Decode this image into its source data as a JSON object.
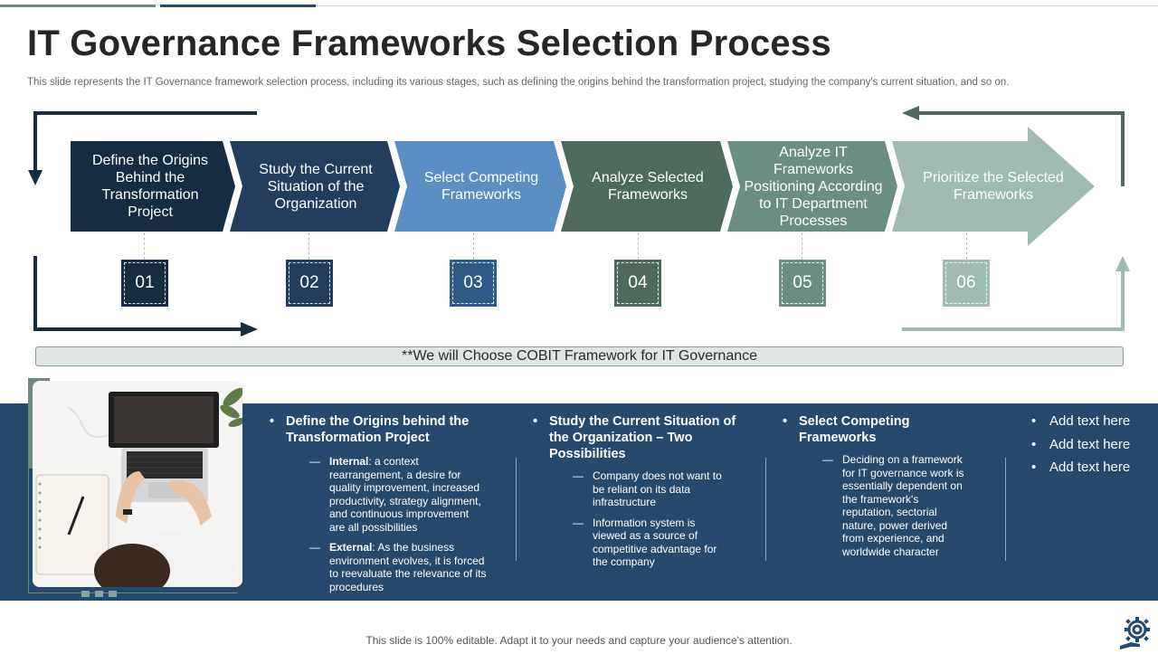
{
  "title": "IT Governance Frameworks Selection Process",
  "subtitle": "This slide represents the IT Governance framework selection process, including its various stages, such as defining the origins behind the transformation project, studying the company's current situation, and so on.",
  "stages": [
    {
      "number": "01",
      "label": "Define the Origins Behind the Transformation Project",
      "color": "#152c42"
    },
    {
      "number": "02",
      "label": "Study the Current Situation of the Organization",
      "color": "#233d5e"
    },
    {
      "number": "03",
      "label": "Select Competing Frameworks",
      "color": "#5a8ec4"
    },
    {
      "number": "04",
      "label": "Analyze Selected Frameworks",
      "color": "#4d6a5d"
    },
    {
      "number": "05",
      "label": "Analyze IT Frameworks Positioning According to IT Department Processes",
      "color": "#6b8e82"
    },
    {
      "number": "06",
      "label": "Prioritize the Selected Frameworks",
      "color": "#9fbab2"
    }
  ],
  "note": "**We will Choose COBIT Framework for IT Governance",
  "details": {
    "col1": {
      "heading": "Define the Origins behind the Transformation Project",
      "items": [
        {
          "term": "Internal",
          "text": ": a context rearrangement, a desire for quality improvement, increased productivity, strategy alignment, and continuous improvement are all possibilities"
        },
        {
          "term": "External",
          "text": ": As the business environment evolves, it is forced to reevaluate the relevance of its procedures"
        }
      ]
    },
    "col2": {
      "heading": "Study the Current Situation of the Organization – Two Possibilities",
      "items": [
        "Company does not want to be reliant on its data infrastructure",
        "Information system is viewed as a source of competitive advantage for the company"
      ]
    },
    "col3": {
      "heading": "Select Competing Frameworks",
      "items": [
        "Deciding on a framework for IT governance work is essentially dependent on the framework's reputation, sectorial nature, power derived from experience, and worldwide character"
      ]
    },
    "col4": {
      "items": [
        "Add text here",
        "Add text here",
        "Add text here"
      ]
    }
  },
  "footer": "This slide is 100% editable. Adapt it to your needs and capture your audience's attention.",
  "colors": {
    "band": "#264a6d",
    "accent_dark": "#152c42",
    "accent_green": "#4d6a5d",
    "light_green": "#9fbab2"
  }
}
